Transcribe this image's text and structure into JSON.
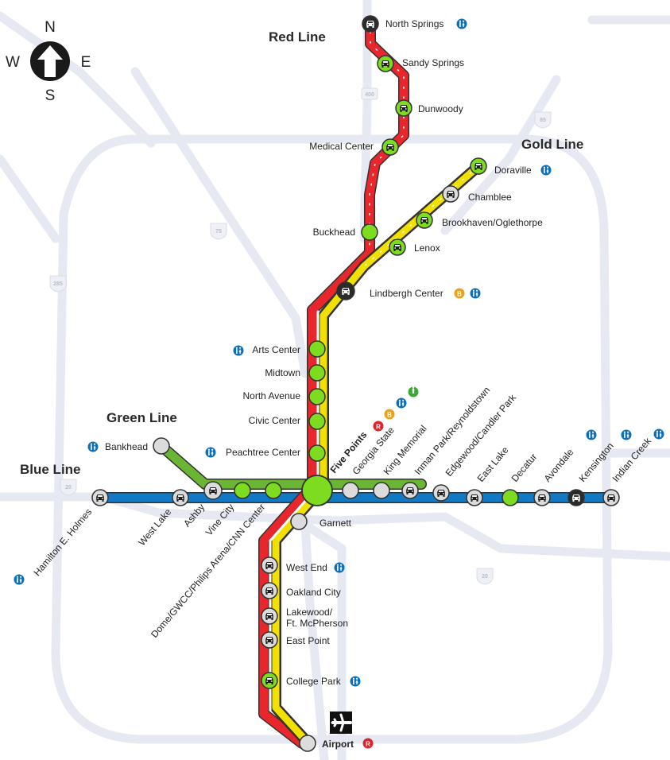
{
  "compass": {
    "north": "N",
    "south": "S",
    "east": "E",
    "west": "W"
  },
  "lines": {
    "red": {
      "name": "Red Line",
      "color": "#e8262b"
    },
    "gold": {
      "name": "Gold Line",
      "color": "#f2e100"
    },
    "green": {
      "name": "Green Line",
      "color": "#6bb534"
    },
    "blue": {
      "name": "Blue Line",
      "color": "#1279c4"
    }
  },
  "highways": [
    "400",
    "85",
    "75",
    "285",
    "20",
    "20"
  ],
  "stations": {
    "north_springs": "North Springs",
    "sandy_springs": "Sandy Springs",
    "dunwoody": "Dunwoody",
    "medical_center": "Medical Center",
    "buckhead": "Buckhead",
    "doraville": "Doraville",
    "chamblee": "Chamblee",
    "brookhaven": "Brookhaven/Oglethorpe",
    "lenox": "Lenox",
    "lindbergh": "Lindbergh Center",
    "arts_center": "Arts Center",
    "midtown": "Midtown",
    "north_avenue": "North Avenue",
    "civic_center": "Civic Center",
    "peachtree_center": "Peachtree Center",
    "five_points": "Five Points",
    "bankhead": "Bankhead",
    "hamilton": "Hamilton E. Holmes",
    "west_lake": "West Lake",
    "ashby": "Ashby",
    "vine_city": "Vine City",
    "dome": "Dome/GWCC/Philips Arena/CNN Center",
    "georgia_state": "Georgia State",
    "king_memorial": "King Memorial",
    "inman_park": "Inman Park/Reynoldstown",
    "edgewood": "Edgewood/Candler Park",
    "east_lake": "East Lake",
    "decatur": "Decatur",
    "avondale": "Avondale",
    "kensington": "Kensington",
    "indian_creek": "Indian Creek",
    "garnett": "Garnett",
    "west_end": "West End",
    "oakland_city": "Oakland City",
    "lakewood_1": "Lakewood/",
    "lakewood_2": "Ft. McPherson",
    "east_point": "East Point",
    "college_park": "College Park",
    "airport": "Airport"
  },
  "badges": {
    "rail": "R",
    "bus": "B",
    "accessible": "wheelchair-icon",
    "restroom": "restroom-icon",
    "airport": "airplane-icon"
  },
  "colors": {
    "station_green": "#7ddc1f",
    "station_gray": "#dcdcdc",
    "parking_dark": "#2b2b2b",
    "badge_blue": "#0d6fb8",
    "badge_red": "#d9262c",
    "badge_orange": "#e9a21b",
    "road": "#e6e9f1"
  }
}
